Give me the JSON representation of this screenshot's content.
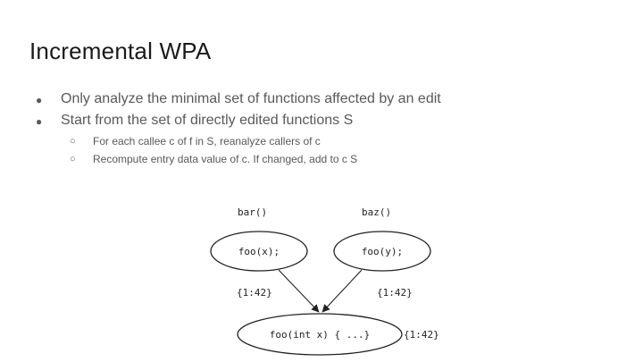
{
  "slide": {
    "title": "Incremental WPA",
    "bullets": [
      {
        "text": "Only analyze the minimal set of functions affected by an edit"
      },
      {
        "text": "Start from the set of directly edited functions S"
      }
    ],
    "sub_bullets": [
      {
        "text": "For each callee c of f in S, reanalyze callers of c"
      },
      {
        "text": "Recompute entry data value of c. If changed, add to c S"
      }
    ]
  },
  "diagram": {
    "nodes": [
      {
        "caller_label": "bar()",
        "body": "foo(x);",
        "edge_label": "{1:42}"
      },
      {
        "caller_label": "baz()",
        "body": "foo(y);",
        "edge_label": "{1:42}"
      }
    ],
    "callee": {
      "body": "foo(int x) { ...}",
      "entry_label": "{1:42}"
    }
  },
  "colors": {
    "title": "#1a1a1a",
    "body_text": "#595959",
    "diagram_stroke": "#222222"
  }
}
